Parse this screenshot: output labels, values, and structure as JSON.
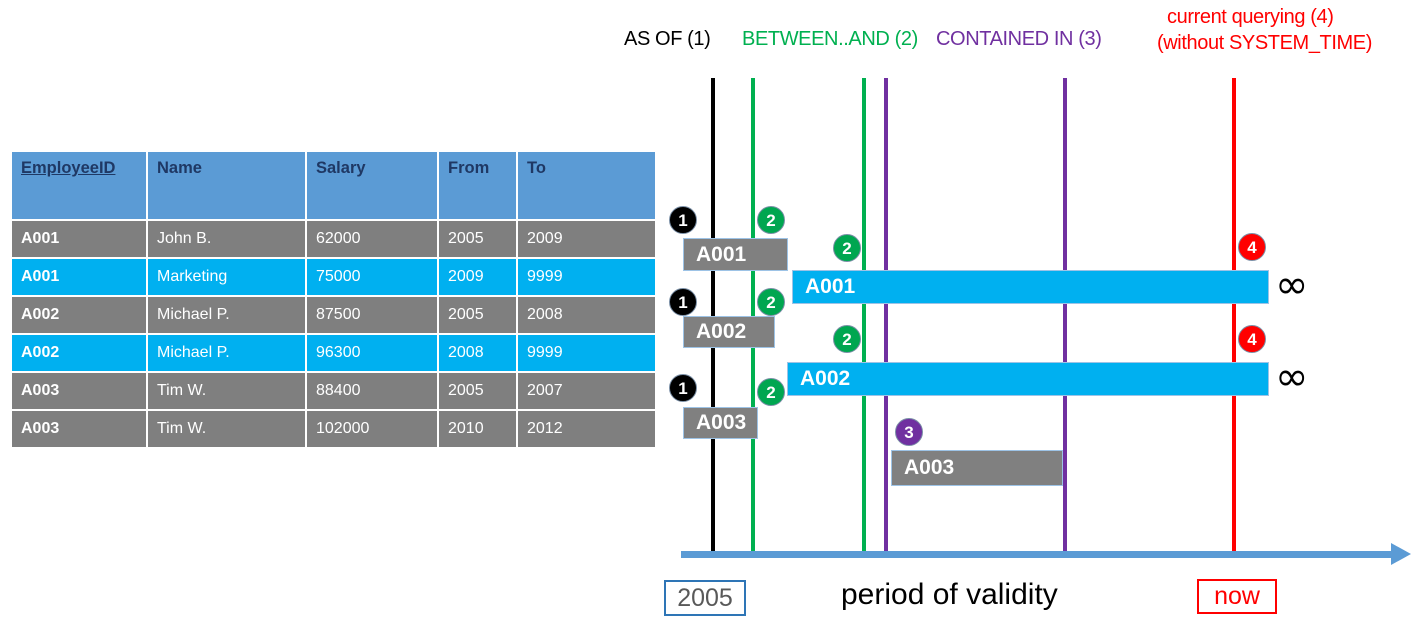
{
  "table": {
    "columns": [
      "EmployeeID",
      "Name",
      "Salary",
      "From",
      "To"
    ],
    "rows": [
      {
        "employee_id": "A001",
        "name": "John  B.",
        "salary": "62000",
        "from": "2005",
        "to": "2009",
        "style": "gray"
      },
      {
        "employee_id": "A001",
        "name": "Marketing",
        "salary": "75000",
        "from": "2009",
        "to": "9999",
        "style": "cyan"
      },
      {
        "employee_id": "A002",
        "name": "Michael P.",
        "salary": "87500",
        "from": "2005",
        "to": "2008",
        "style": "gray"
      },
      {
        "employee_id": "A002",
        "name": "Michael P.",
        "salary": "96300",
        "from": "2008",
        "to": "9999",
        "style": "cyan"
      },
      {
        "employee_id": "A003",
        "name": "Tim W.",
        "salary": "88400",
        "from": "2005",
        "to": "2007",
        "style": "gray"
      },
      {
        "employee_id": "A003",
        "name": "Tim W.",
        "salary": "102000",
        "from": "2010",
        "to": "2012",
        "style": "gray"
      }
    ]
  },
  "legend": [
    {
      "id": "as-of",
      "text": "AS OF (1)",
      "color": "#000000"
    },
    {
      "id": "between-and",
      "text": "BETWEEN..AND (2)",
      "color": "#00B050"
    },
    {
      "id": "contained-in",
      "text": "CONTAINED IN (3)",
      "color": "#7030A0"
    },
    {
      "id": "current-1",
      "text": "current querying (4)",
      "color": "#FF0000"
    },
    {
      "id": "current-2",
      "text": "(without SYSTEM_TIME)",
      "color": "#FF0000"
    }
  ],
  "vlines": [
    {
      "id": "as-of-line",
      "color": "#000000"
    },
    {
      "id": "between-start-line",
      "color": "#00B050"
    },
    {
      "id": "between-end-line",
      "color": "#00B050"
    },
    {
      "id": "contained-start-line",
      "color": "#7030A0"
    },
    {
      "id": "contained-end-line",
      "color": "#7030A0"
    },
    {
      "id": "now-line",
      "color": "#FF0000"
    }
  ],
  "bars": [
    {
      "id": "a001-historic",
      "label": "A001",
      "style": "gray"
    },
    {
      "id": "a001-current",
      "label": "A001",
      "style": "cyan"
    },
    {
      "id": "a002-historic",
      "label": "A002",
      "style": "gray"
    },
    {
      "id": "a002-current",
      "label": "A002",
      "style": "cyan"
    },
    {
      "id": "a003-historic",
      "label": "A003",
      "style": "gray"
    },
    {
      "id": "a003-second",
      "label": "A003",
      "style": "gray"
    }
  ],
  "markers": [
    {
      "id": "m-a001-1",
      "num": "1",
      "kind": "m1"
    },
    {
      "id": "m-a001-2",
      "num": "2",
      "kind": "m2"
    },
    {
      "id": "m-a001-2b",
      "num": "2",
      "kind": "m2"
    },
    {
      "id": "m-a001-4",
      "num": "4",
      "kind": "m4"
    },
    {
      "id": "m-a002-1",
      "num": "1",
      "kind": "m1"
    },
    {
      "id": "m-a002-2",
      "num": "2",
      "kind": "m2"
    },
    {
      "id": "m-a002-2b",
      "num": "2",
      "kind": "m2"
    },
    {
      "id": "m-a002-4",
      "num": "4",
      "kind": "m4"
    },
    {
      "id": "m-a003-1",
      "num": "1",
      "kind": "m1"
    },
    {
      "id": "m-a003-2",
      "num": "2",
      "kind": "m2"
    },
    {
      "id": "m-a003-3",
      "num": "3",
      "kind": "m3"
    }
  ],
  "infinity": [
    {
      "id": "inf-a001",
      "glyph": "∞"
    },
    {
      "id": "inf-a002",
      "glyph": "∞"
    }
  ],
  "axis": {
    "start_label": "2005",
    "end_label": "now",
    "caption": "period of validity",
    "color": "#5B9BD5"
  },
  "colors": {
    "table_header": "#5B9BD5",
    "table_header_text": "#1F3864",
    "row_gray": "#7F7F7F",
    "row_cyan": "#00B0F0",
    "bar_gray": "#808080",
    "bar_cyan": "#00B0F0",
    "green": "#00B050",
    "purple": "#7030A0",
    "red": "#FF0000",
    "black": "#000000"
  }
}
